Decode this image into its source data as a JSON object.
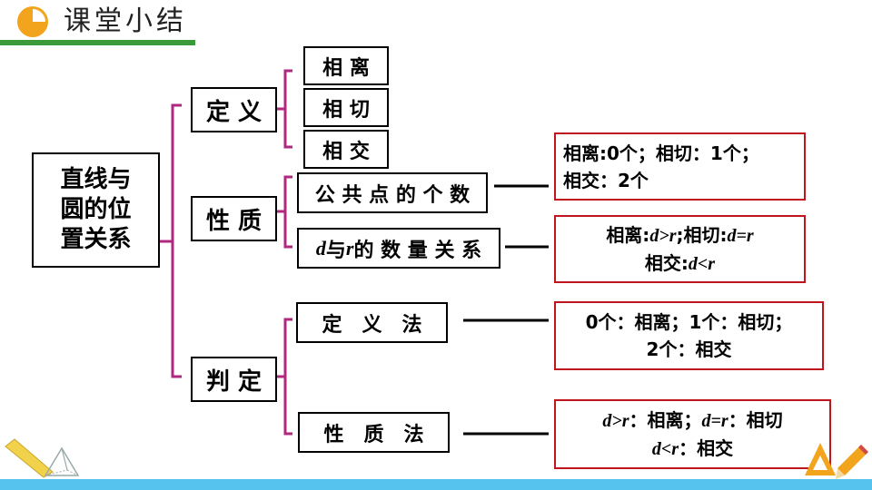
{
  "header": {
    "title": "课堂小结"
  },
  "root": {
    "line1": "直线与",
    "line2": "圆的位",
    "line3": "置关系"
  },
  "branches": {
    "definition": {
      "label": "定 义",
      "items": [
        "相 离",
        "相 切",
        "相 交"
      ]
    },
    "property": {
      "label": "性 质",
      "item1": "公 共 点 的 个 数",
      "item2": {
        "v1": "d",
        "mid1": "与 ",
        "v2": "r",
        "rest": "的 数 量 关 系"
      }
    },
    "judgement": {
      "label": "判 定",
      "item1": "定　义　法",
      "item2": "性　质　法"
    }
  },
  "results": {
    "count": {
      "line1": "相离:0个；相切：1个；",
      "line2": "相交：2个"
    },
    "relation": {
      "l1a": "相离:",
      "l1b": "d>r",
      "l1c": ";相切:",
      "l1d": "d=r",
      "l2a": "相交:",
      "l2b": "d<r"
    },
    "def_method": {
      "line1": "0个：相离；1个：相切；",
      "line2": "2个：相交"
    },
    "prop_method": {
      "l1a": "d>r",
      "l1b": "：相离；",
      "l1c": "d=r",
      "l1d": "：相切",
      "l2a": "d<r",
      "l2b": "：相交"
    }
  },
  "colors": {
    "bracket": "#b0287f",
    "result_border": "#c0151d",
    "accent_green": "#3a9a3a",
    "pie_orange": "#f2a51c",
    "bottom_bar": "#56c3ee"
  }
}
